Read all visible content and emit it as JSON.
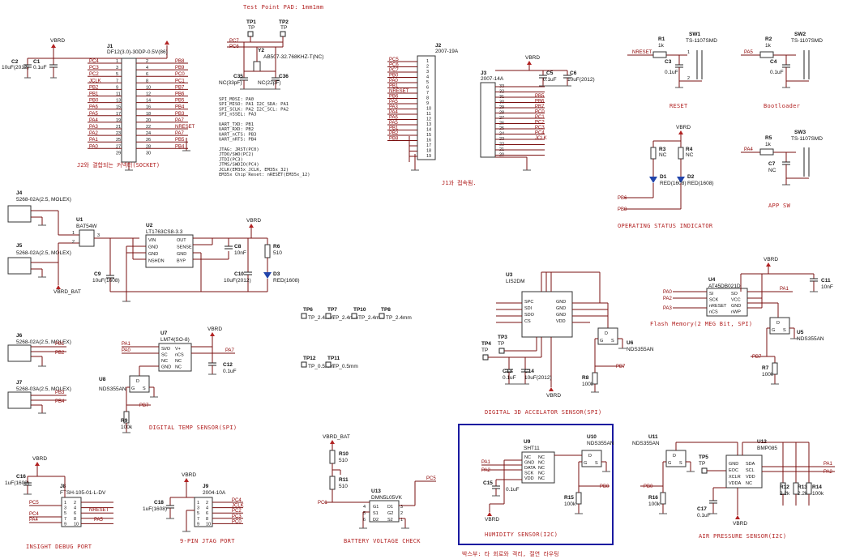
{
  "captions": {
    "test_point_pad": "Test Point PAD: 1mm1mm",
    "socket": "J2와 결합되는 커넥터(SOCKET)",
    "j1": "J1과 접속됨.",
    "reset": "RESET",
    "bootloader": "Bootloader",
    "app_sw": "APP SW",
    "operating_status": "OPERATING STATUS INDICATOR",
    "flash": "Flash Memory(2 MEG Bit, SPI)",
    "digital_temp": "DIGITAL TEMP SENSOR(SPI)",
    "digital_accel": "DIGITAL 3D ACCELATOR SENSOR(SPI)",
    "insight": "INSIGHT DEBUG PORT",
    "jtag9": "9-PIN JTAG PORT",
    "battery": "BATTERY VOLTAGE CHECK",
    "humidity": "HUMIDITY SENSOR(I2C)",
    "air_pressure": "AIR PRESSURE SENSOR(I2C)",
    "box_note": "박스부: 타 회로와 격리, 절연 라우팅"
  },
  "power_labels": {
    "vbrd": "VBRD",
    "vbrd_bat": "VBRD_BAT"
  },
  "j1": {
    "ref": "J1",
    "part": "DF12(3.0)-30DP-0.5V(86)",
    "left_signals": [
      "PC4",
      "PC3",
      "PC2",
      "JCLK",
      "PB2",
      "PB1",
      "PB0",
      "PA6",
      "PA5",
      "PA4",
      "PA3",
      "PA2",
      "PA1",
      "PA0"
    ],
    "left_pins": [
      "1",
      "3",
      "5",
      "7",
      "9",
      "11",
      "13",
      "15",
      "17",
      "19",
      "21",
      "23",
      "25",
      "27",
      "29"
    ],
    "right_pins": [
      "2",
      "4",
      "6",
      "8",
      "10",
      "12",
      "14",
      "16",
      "18",
      "20",
      "22",
      "24",
      "26",
      "28",
      "30"
    ],
    "right_signals": [
      "PB8",
      "PB9",
      "PC0",
      "PC1",
      "PB7",
      "PB6",
      "PB5",
      "PB4",
      "PB3",
      "PA7",
      "NRESET",
      "PA7",
      "PB5",
      "PB4"
    ]
  },
  "c1": {
    "ref": "C1",
    "val": "0.1uF"
  },
  "c2": {
    "ref": "C2",
    "val": "10uF(2012)"
  },
  "tp1": {
    "ref": "TP1",
    "val": "TP"
  },
  "tp2": {
    "ref": "TP2",
    "val": "TP"
  },
  "y2": {
    "ref": "Y2",
    "val": "AB507-32.768KHZ-T(NC)",
    "s1": "PC7",
    "s2": "PC6"
  },
  "c35": {
    "ref": "C35",
    "val": "NC(33pF)"
  },
  "c36": {
    "ref": "C36",
    "val": "NC(22pF)"
  },
  "notes": [
    "SPI_MOSI: PA0",
    "SPI_MISO: PA1     I2C_SDA: PA1",
    "SPI_SCLK: PA2     I2C_SCL: PA2",
    "SPI_nSSEL: PA3",
    "",
    "UART_TXD: PB1",
    "UART_RXD: PB2",
    "UART_nCTS: PB3",
    "UART_nRTS: PB4",
    "",
    "JTAG: JRST(PC0)",
    "      JTDO/SWO(PC2)",
    "      JTDI(PC3)",
    "      JTMS/SWDIO(PC4)",
    "      JCLK(EM35x_JCLK, EM35x_32)",
    "EM35x Chip Reset: nRESET(EM35x_12)"
  ],
  "j2": {
    "ref": "J2",
    "part": "2007-19A",
    "signals": [
      "PC5",
      "PC6",
      "PC7",
      "PB0",
      "PA0",
      "PB1",
      "NRESET",
      "PB6",
      "PA5",
      "PA3",
      "PA4",
      "PA6",
      "PA5",
      "PB1",
      "PB2",
      "PB8"
    ],
    "pins": [
      "1",
      "2",
      "3",
      "4",
      "5",
      "6",
      "7",
      "8",
      "9",
      "10",
      "11",
      "12",
      "13",
      "14",
      "15",
      "16",
      "17",
      "18",
      "19"
    ]
  },
  "j3": {
    "ref": "J3",
    "part": "2007-14A",
    "pins": [
      "33",
      "32",
      "31",
      "30",
      "29",
      "28",
      "27",
      "26",
      "25",
      "24",
      "23",
      "22",
      "21",
      "20"
    ],
    "signals": [
      "PB5",
      "PB6",
      "PB7",
      "PC0",
      "PC1",
      "PC2",
      "PC3",
      "PC4",
      "JCLK"
    ]
  },
  "c5": {
    "ref": "C5",
    "val": "0.1uF"
  },
  "c6": {
    "ref": "C6",
    "val": "10uF(2012)"
  },
  "reset_block": {
    "r": "R1",
    "rv": "1k",
    "sw": "SW1",
    "swv": "TS-1107SMD",
    "c": "C3",
    "cv": "0.1uF",
    "net": "NRESET"
  },
  "boot_block": {
    "r": "R2",
    "rv": "1k",
    "sw": "SW2",
    "swv": "TS-1107SMD",
    "c": "C4",
    "cv": "0.1uF",
    "net": "PA5"
  },
  "app_block": {
    "r": "R5",
    "rv": "1k",
    "sw": "SW3",
    "swv": "TS-1107SMD",
    "c": "C7",
    "cv": "NC",
    "net": "PA4"
  },
  "led_block": {
    "r3": "R3",
    "r3v": "NC",
    "r4": "R4",
    "r4v": "NC",
    "d1": "D1",
    "d1v": "RED(1608)",
    "d2": "D2",
    "d2v": "RED(1608)",
    "n1": "PB6",
    "n2": "PB8"
  },
  "j4": {
    "ref": "J4",
    "val": "5268-02A(2.5, MOLEX)"
  },
  "j5": {
    "ref": "J5",
    "val": "5268-02A(2.5, MOLEX)"
  },
  "u1": {
    "ref": "U1",
    "val": "BAT54W"
  },
  "u2": {
    "ref": "U2",
    "val": "LT1763CS8-3.3",
    "pins_l": [
      "VIN",
      "GND",
      "GND",
      "NSHDN"
    ],
    "pins_r": [
      "OUT",
      "SENSE",
      "GND",
      "BYP"
    ]
  },
  "c8": {
    "ref": "C8",
    "val": "10nF"
  },
  "c9": {
    "ref": "C9",
    "val": "10uF(1608)"
  },
  "c10": {
    "ref": "C10",
    "val": "10uF(2012)"
  },
  "r6": {
    "ref": "R6",
    "val": "510"
  },
  "d3": {
    "ref": "D3",
    "val": "RED(1608)"
  },
  "j6": {
    "ref": "J6",
    "val": "5268-02A(2.5, MOLEX)",
    "s": [
      "PB1",
      "PB2"
    ]
  },
  "j7": {
    "ref": "J7",
    "val": "5268-03A(2.5, MOLEX)",
    "s": [
      "PB3",
      "PB4"
    ]
  },
  "u7": {
    "ref": "U7",
    "val": "LM74(SO-8)",
    "pins_l": [
      "SI/O",
      "SC",
      "NC",
      "GND"
    ],
    "pins_r": [
      "V+",
      "nCS",
      "NC",
      "NC"
    ],
    "s": [
      "PA1",
      "PA0",
      "PA7"
    ]
  },
  "c12": {
    "ref": "C12",
    "val": "0.1uF"
  },
  "u8": {
    "ref": "U8",
    "val": "NDS355AN",
    "r": "R9",
    "rv": "100k",
    "net": "PB7"
  },
  "tps": [
    {
      "ref": "TP6",
      "val": "TP_2.4mm"
    },
    {
      "ref": "TP7",
      "val": "TP_2.4mm"
    },
    {
      "ref": "TP10",
      "val": "TP_2.4mm"
    },
    {
      "ref": "TP8",
      "val": "TP_2.4mm"
    },
    {
      "ref": "TP12",
      "val": "TP_0.5mm"
    },
    {
      "ref": "TP11",
      "val": "TP_0.5mm"
    }
  ],
  "u3": {
    "ref": "U3",
    "val": "LIS2DM",
    "pins_l": [
      "SPC",
      "SDI",
      "SDO",
      "CS"
    ],
    "pins_r": [
      "GND",
      "GND",
      "GND",
      "VDD"
    ],
    "s": [
      "PA2",
      "PA1",
      "PA0",
      "PA3"
    ]
  },
  "tp3": {
    "ref": "TP3",
    "val": "TP"
  },
  "tp4": {
    "ref": "TP4",
    "val": "TP"
  },
  "c13": {
    "ref": "C13",
    "val": "0.1uF"
  },
  "c14": {
    "ref": "C14",
    "val": "10uF(2012)"
  },
  "u6": {
    "ref": "U6",
    "val": "NDS355AN",
    "r": "R8",
    "rv": "100k",
    "net": "PB7"
  },
  "u4": {
    "ref": "U4",
    "val": "AT45DB021D",
    "pins_l": [
      "SI",
      "SCK",
      "nRESET",
      "nCS"
    ],
    "pins_r": [
      "SO",
      "VCC",
      "GND",
      "nWP"
    ],
    "s": [
      "PA0",
      "PA2",
      "PA3",
      "PA1"
    ]
  },
  "c11": {
    "ref": "C11",
    "val": "10nF"
  },
  "u5": {
    "ref": "U5",
    "val": "NDS355AN",
    "r": "R7",
    "rv": "100k",
    "net": "PB7"
  },
  "j8": {
    "ref": "J8",
    "val": "FTSH-105-01-L-DV",
    "c": "C16",
    "cv": "1uF(1608)",
    "s": [
      "PC5",
      "NRESET",
      "PC4",
      "PA4",
      "PA5"
    ]
  },
  "j9": {
    "ref": "J9",
    "val": "2004-10A",
    "c": "C18",
    "cv": "1uF(1608)",
    "s": [
      "PC4",
      "JCLK",
      "PC2",
      "PC3",
      "PC0"
    ]
  },
  "battery": {
    "r10": "R10",
    "r10v": "510",
    "r11": "R11",
    "r11v": "510",
    "u": "U13",
    "uv": "DMN5L05VK",
    "net": "PC5",
    "net2": "PC1"
  },
  "u9": {
    "ref": "U9",
    "val": "SHT11",
    "pins_l": [
      "NC",
      "GND",
      "DATA",
      "SCK",
      "VDD"
    ],
    "pins_r": [
      "NC",
      "NC",
      "NC",
      "NC",
      "NC"
    ],
    "s": [
      "PA1",
      "PA2"
    ]
  },
  "c15": {
    "ref": "C15",
    "val": "0.1uF"
  },
  "u10": {
    "ref": "U10",
    "val": "NDS355AN",
    "r": "R15",
    "rv": "100k",
    "net": "PB0"
  },
  "u11": {
    "ref": "U11",
    "val": "NDS355AN",
    "r": "R16",
    "rv": "100k",
    "net": "PB0"
  },
  "tp5": {
    "ref": "TP5",
    "val": "TP"
  },
  "u12": {
    "ref": "U12",
    "val": "BMP085",
    "pins_l": [
      "GND",
      "EOC",
      "XCLR",
      "VDDA"
    ],
    "pins_r": [
      "SDA",
      "SCL",
      "VDD",
      "NC"
    ],
    "s": [
      "PA1",
      "PA2"
    ]
  },
  "r12": {
    "ref": "R12",
    "val": "2.2k"
  },
  "r13": {
    "ref": "R13",
    "val": "2.2k"
  },
  "r14": {
    "ref": "R14",
    "val": "100k"
  },
  "c17": {
    "ref": "C17",
    "val": "0.1uF"
  }
}
